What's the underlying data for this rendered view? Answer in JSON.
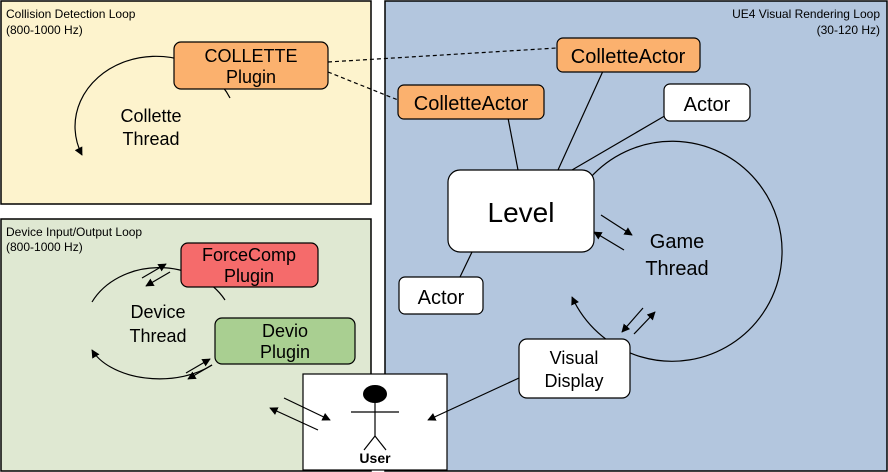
{
  "regions": {
    "collision": {
      "title_line1": "Collision Detection Loop",
      "title_line2": "(800-1000 Hz)",
      "fill": "#fdf3cd"
    },
    "device": {
      "title_line1": "Device Input/Output Loop",
      "title_line2": "(800-1000 Hz)",
      "fill": "#dfe8d2"
    },
    "ue4": {
      "title_line1": "UE4 Visual Rendering Loop",
      "title_line2": "(30-120 Hz)",
      "fill": "#b3c6de"
    }
  },
  "threads": {
    "collette": {
      "line1": "Collette",
      "line2": "Thread"
    },
    "device": {
      "line1": "Device",
      "line2": "Thread"
    },
    "game": {
      "line1": "Game",
      "line2": "Thread"
    }
  },
  "nodes": {
    "collette_plugin": {
      "line1": "COLLETTE",
      "line2": "Plugin",
      "fill": "#fbb16e"
    },
    "collette_actor_top": {
      "label": "ColletteActor",
      "fill": "#fbb16e"
    },
    "collette_actor_mid": {
      "label": "ColletteActor",
      "fill": "#fbb16e"
    },
    "actor_top": {
      "label": "Actor",
      "fill": "#ffffff"
    },
    "level": {
      "label": "Level",
      "fill": "#ffffff"
    },
    "actor_bottom": {
      "label": "Actor",
      "fill": "#ffffff"
    },
    "forcecomp_plugin": {
      "line1": "ForceComp",
      "line2": "Plugin",
      "fill": "#f56b6b"
    },
    "devio_plugin": {
      "line1": "Devio",
      "line2": "Plugin",
      "fill": "#a9cf91"
    },
    "visual_display": {
      "line1": "Visual",
      "line2": "Display",
      "fill": "#ffffff"
    },
    "user": {
      "label": "User",
      "fill": "#ffffff"
    }
  }
}
